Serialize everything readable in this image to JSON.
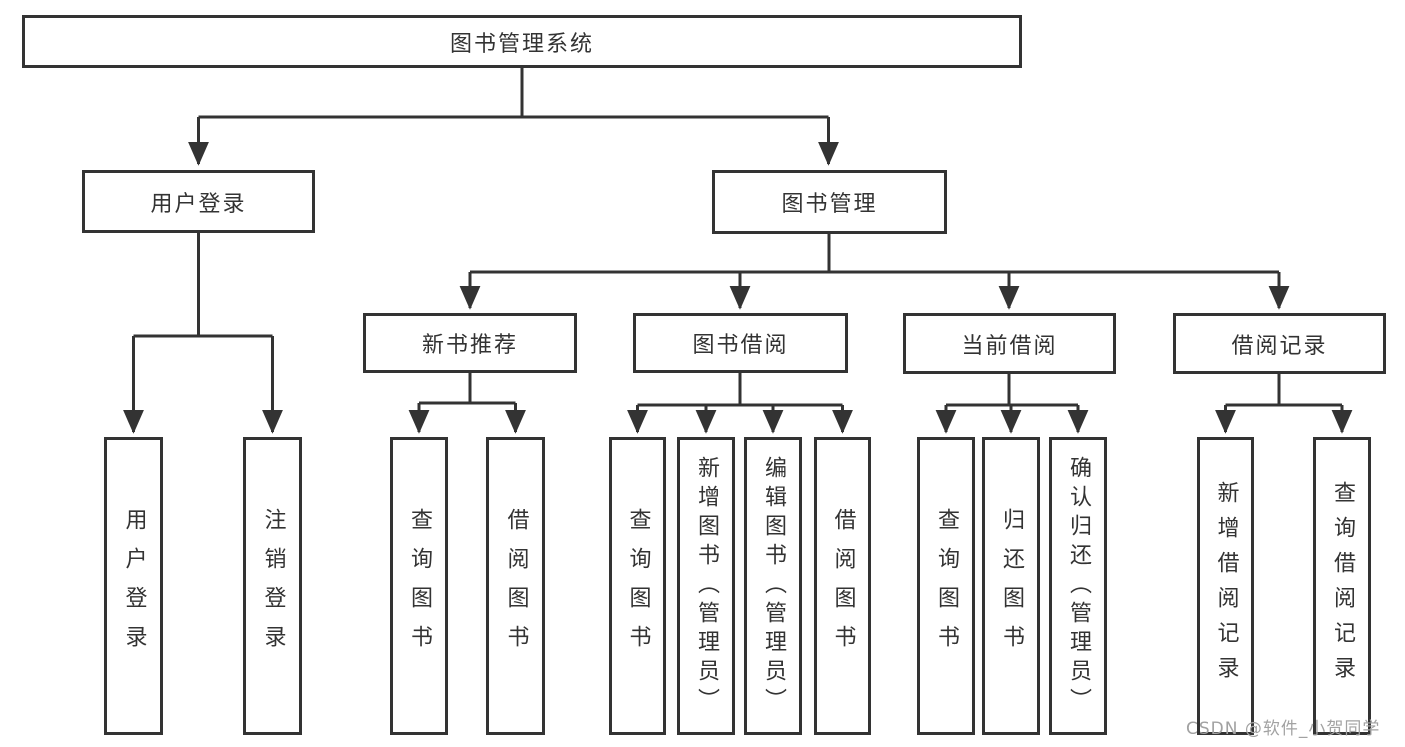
{
  "diagram": {
    "root": {
      "label": "图书管理系统"
    },
    "branches": [
      {
        "label": "用户登录",
        "children": [
          "用户登录",
          "注销登录"
        ]
      },
      {
        "label": "图书管理",
        "children": [
          {
            "label": "新书推荐",
            "children": [
              "查询图书",
              "借阅图书"
            ]
          },
          {
            "label": "图书借阅",
            "children": [
              "查询图书",
              "新增图书（管理员）",
              "编辑图书（管理员）",
              "借阅图书"
            ]
          },
          {
            "label": "当前借阅",
            "children": [
              "查询图书",
              "归还图书",
              "确认归还（管理员）"
            ]
          },
          {
            "label": "借阅记录",
            "children": [
              "新增借阅记录",
              "查询借阅记录"
            ]
          }
        ]
      }
    ],
    "watermark": "CSDN @软件_小贺同学",
    "colors": {
      "line": "#333333",
      "text": "#333333",
      "watermark": "#a2a2a2",
      "background": "#ffffff"
    }
  }
}
